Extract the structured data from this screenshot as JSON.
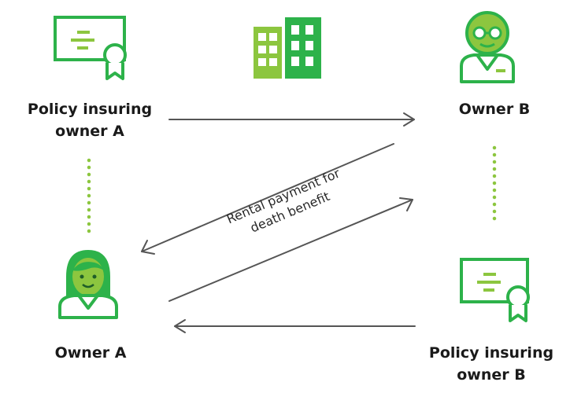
{
  "nodes": {
    "policy_a": {
      "label_line1": "Policy insuring",
      "label_line2": "owner A"
    },
    "owner_b": {
      "label": "Owner B"
    },
    "owner_a": {
      "label": "Owner A"
    },
    "policy_b": {
      "label_line1": "Policy insuring",
      "label_line2": "owner B"
    }
  },
  "annotation": {
    "line1": "Rental payment for",
    "line2": "death benefit"
  },
  "icons": {
    "policy_a": "certificate-icon",
    "building": "office-building-icon",
    "owner_b": "businessman-icon",
    "owner_a": "businesswoman-icon",
    "policy_b": "certificate-icon"
  },
  "colors": {
    "dark_green": "#2db24a",
    "light_green": "#8cc63f",
    "arrow": "#555555",
    "dots": "#8cc63f",
    "text": "#1a1a1a"
  }
}
